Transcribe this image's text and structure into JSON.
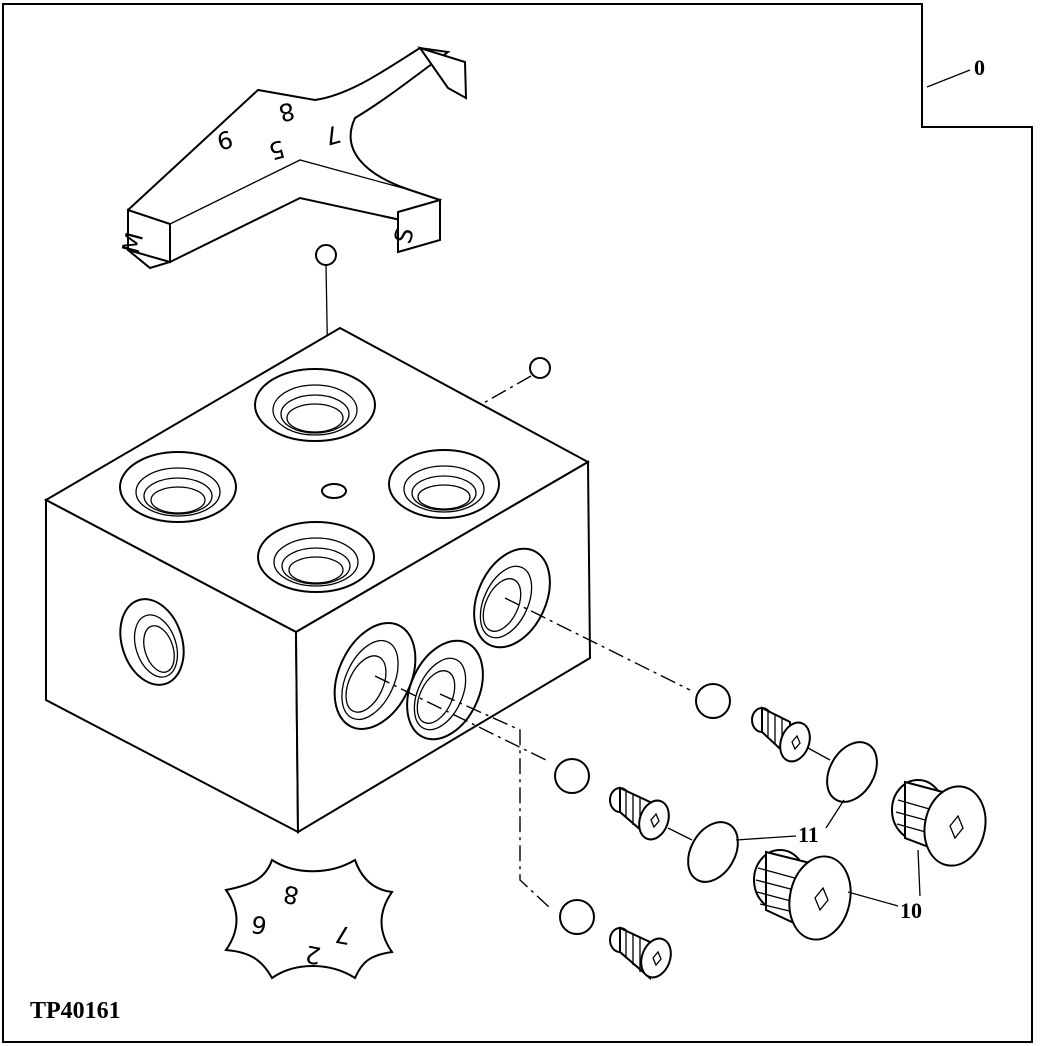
{
  "figure_code": "TP40161",
  "callouts": {
    "assembly": "0",
    "plug": "10",
    "o_ring": "11"
  },
  "bracket_markings": {
    "port_m": "M",
    "port_s": "S",
    "port_9": "9",
    "port_8": "8",
    "port_7": "7",
    "port_5": "5"
  },
  "plate_markings": {
    "port_8": "8",
    "port_6": "6",
    "port_7": "7",
    "port_2": "2"
  }
}
